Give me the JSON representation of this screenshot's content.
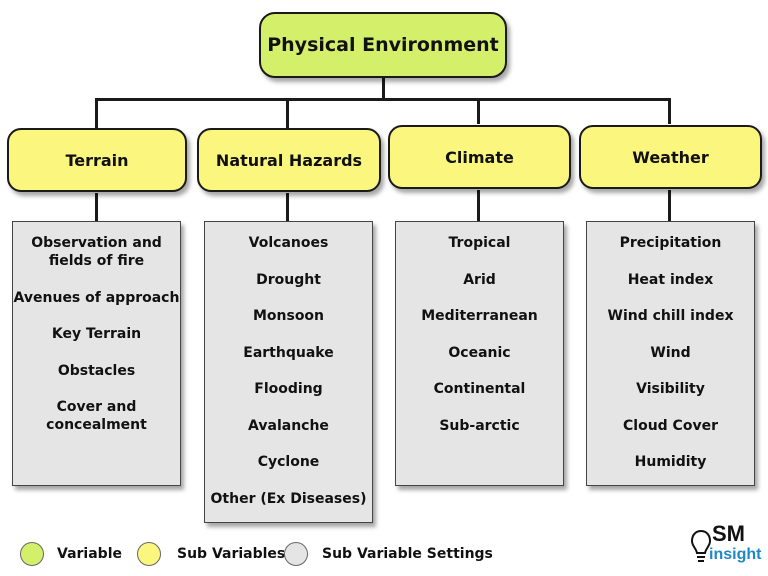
{
  "root": {
    "label": "Physical Environment"
  },
  "categories": [
    {
      "label": "Terrain",
      "items": [
        "Observation and fields of fire",
        "Avenues of approach",
        "Key Terrain",
        "Obstacles",
        "Cover and concealment"
      ]
    },
    {
      "label": "Natural Hazards",
      "items": [
        "Volcanoes",
        "Drought",
        "Monsoon",
        "Earthquake",
        "Flooding",
        "Avalanche",
        "Cyclone",
        "Other (Ex Diseases)"
      ]
    },
    {
      "label": "Climate",
      "items": [
        "Tropical",
        "Arid",
        "Mediterranean",
        "Oceanic",
        "Continental",
        "Sub-arctic"
      ]
    },
    {
      "label": "Weather",
      "items": [
        "Precipitation",
        "Heat index",
        "Wind chill index",
        "Wind",
        "Visibility",
        "Cloud Cover",
        "Humidity"
      ]
    }
  ],
  "legend": [
    {
      "label": "Variable",
      "color": "#d4f06a"
    },
    {
      "label": "Sub Variables",
      "color": "#fbf67e"
    },
    {
      "label": "Sub Variable Settings",
      "color": "#e5e5e5"
    }
  ],
  "logo": {
    "line1": "SM",
    "line2": "insight",
    "color": "#1e88c8"
  }
}
